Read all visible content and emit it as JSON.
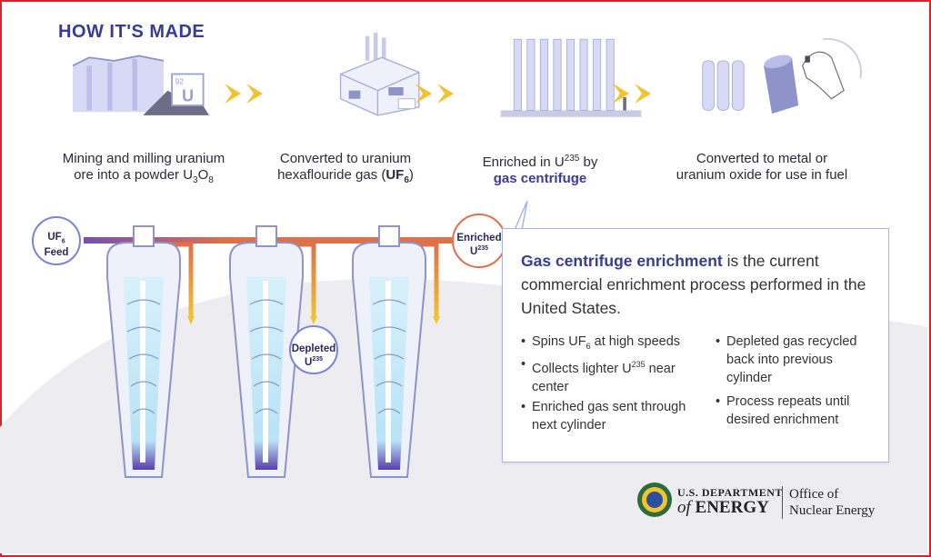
{
  "header": {
    "title": "HOW IT'S MADE"
  },
  "steps": [
    {
      "caption_line1": "Mining and milling uranium",
      "caption_line2_pre": "ore into a powder U",
      "caption_sub1": "3",
      "caption_mid": "O",
      "caption_sub2": "8",
      "icon_badge_number": "92",
      "icon_badge_letter": "U"
    },
    {
      "caption_line1": "Converted to uranium",
      "caption_line2_pre": "hexaflouride gas (",
      "caption_bold": "UF",
      "caption_sub": "6",
      "caption_post": ")"
    },
    {
      "caption_line1_pre": "Enriched in U",
      "caption_sup": "235",
      "caption_line1_post": " by",
      "caption_line2_link": "gas centrifuge"
    },
    {
      "caption_line1": "Converted to metal or",
      "caption_line2": "uranium oxide for use in fuel"
    }
  ],
  "diagram": {
    "feed_label_1": "UF",
    "feed_sub": "6",
    "feed_label_2": "Feed",
    "enriched_label": "Enriched",
    "enriched_u": "U",
    "enriched_sup": "235",
    "depleted_label": "Depleted",
    "depleted_u": "U",
    "depleted_sup": "235"
  },
  "info": {
    "lead_highlight": "Gas centrifuge enrichment",
    "lead_rest": " is the current commercial enrichment process performed in the United States.",
    "bullets_left": [
      {
        "pre": "Spins UF",
        "sub": "6",
        "post": " at high speeds"
      },
      {
        "pre": "Collects lighter U",
        "sup": "235",
        "post": " near center"
      },
      {
        "pre": "Enriched gas sent through next cylinder"
      }
    ],
    "bullets_right": [
      "Depleted gas recycled back into previous cylinder",
      "Process repeats until desired enrichment"
    ]
  },
  "footer": {
    "agency_line1": "U.S. DEPARTMENT",
    "agency_of": "of",
    "agency_line2": "ENERGY",
    "office_line1": "Office of",
    "office_line2": "Nuclear Energy"
  },
  "colors": {
    "accent": "#3a3a9a",
    "arrow": "#f2c230",
    "feed": "#e0704a",
    "frame": "#d9232b"
  }
}
